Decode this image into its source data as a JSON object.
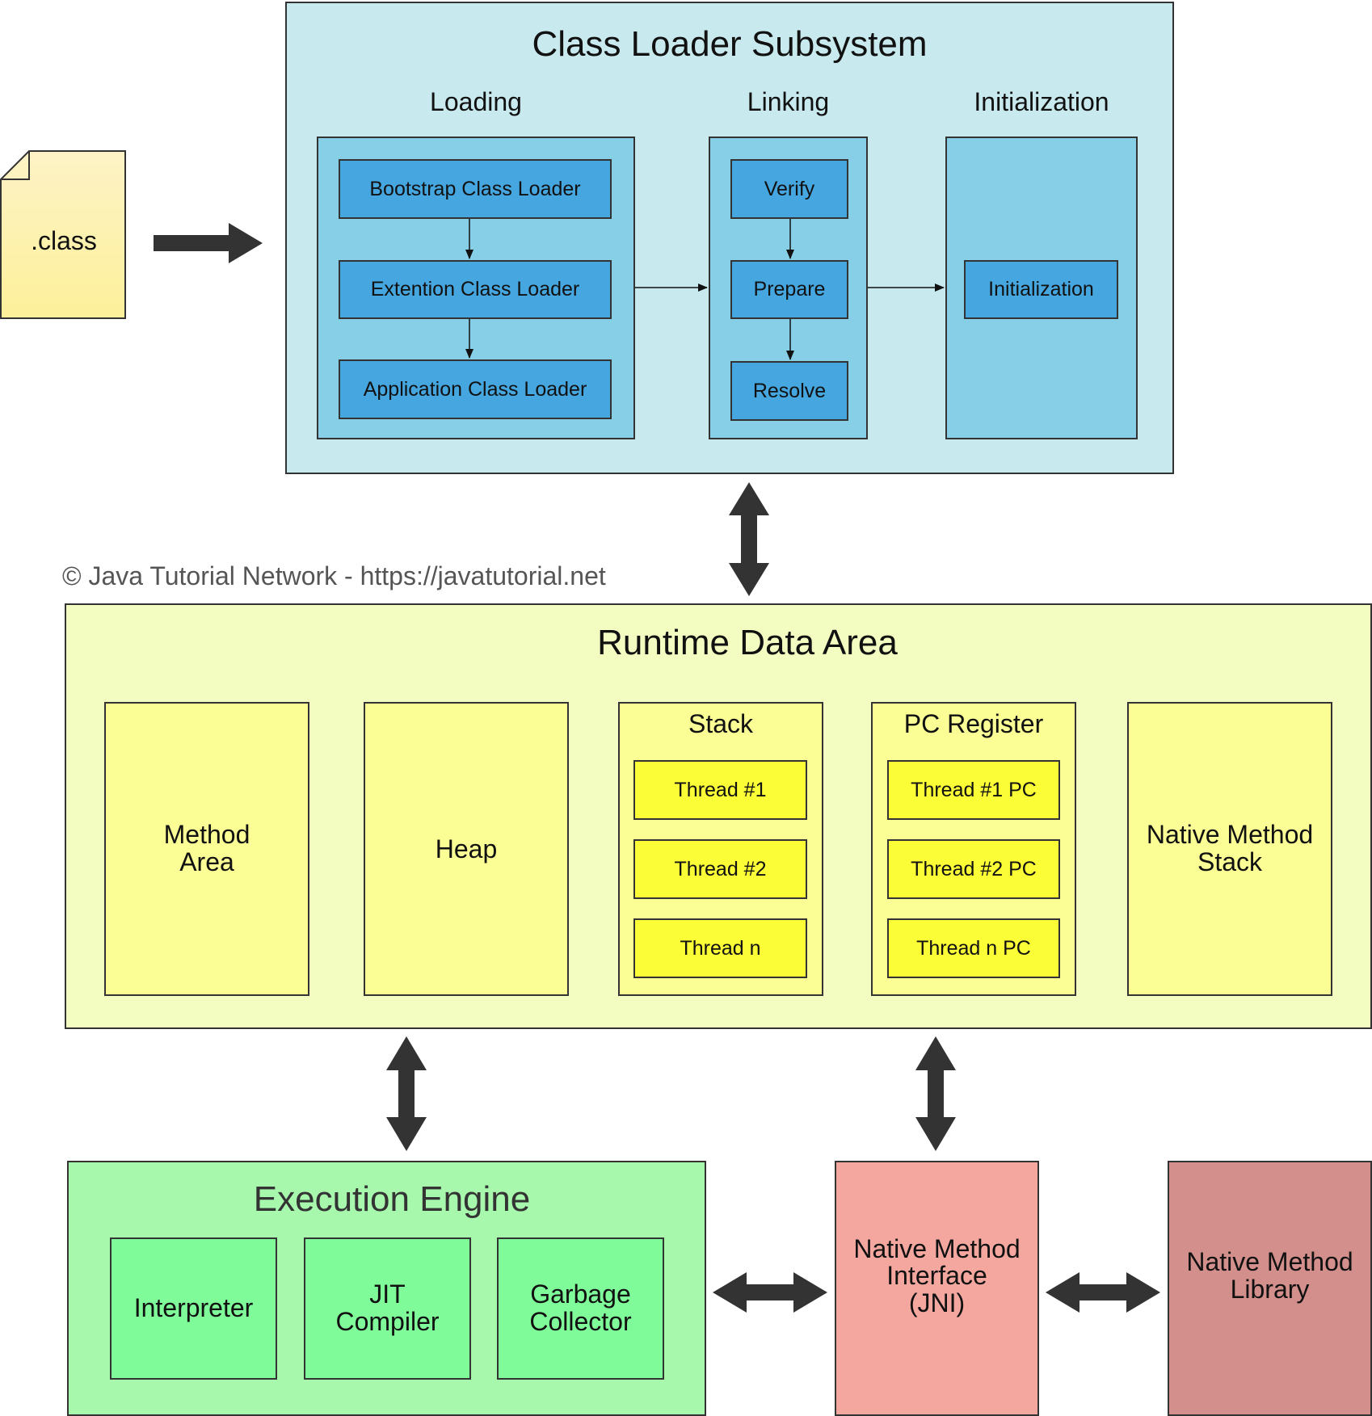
{
  "class_file": {
    "label": ".class"
  },
  "class_loader": {
    "title": "Class Loader Subsystem",
    "loading": {
      "heading": "Loading",
      "items": [
        "Bootstrap Class Loader",
        "Extention Class Loader",
        "Application Class Loader"
      ]
    },
    "linking": {
      "heading": "Linking",
      "items": [
        "Verify",
        "Prepare",
        "Resolve"
      ]
    },
    "initialization": {
      "heading": "Initialization",
      "item": "Initialization"
    }
  },
  "copyright": "© Java Tutorial Network - https://javatutorial.net",
  "runtime_data_area": {
    "title": "Runtime Data Area",
    "method_area": "Method\nArea",
    "heap": "Heap",
    "stack": {
      "heading": "Stack",
      "threads": [
        "Thread #1",
        "Thread #2",
        "Thread n"
      ]
    },
    "pc_register": {
      "heading": "PC Register",
      "threads": [
        "Thread #1 PC",
        "Thread #2 PC",
        "Thread n PC"
      ]
    },
    "native_method_stack": "Native Method\nStack"
  },
  "execution_engine": {
    "title": "Execution Engine",
    "items": [
      "Interpreter",
      "JIT\nCompiler",
      "Garbage\nCollector"
    ]
  },
  "native_method_interface": "Native Method\nInterface\n(JNI)",
  "native_method_library": "Native Method\nLibrary",
  "colors": {
    "class_loader_bg": "#c8eaee",
    "loader_panel": "#86cfe6",
    "loader_box": "#45a6e0",
    "runtime_bg": "#f3fdc1",
    "runtime_panel": "#fbfd95",
    "thread_box": "#fbfd36",
    "engine_bg": "#a7f8ad",
    "engine_box": "#7ffb9a",
    "jni_bg": "#f3a79f",
    "library_bg": "#d28f8b",
    "arrow": "#333333"
  }
}
